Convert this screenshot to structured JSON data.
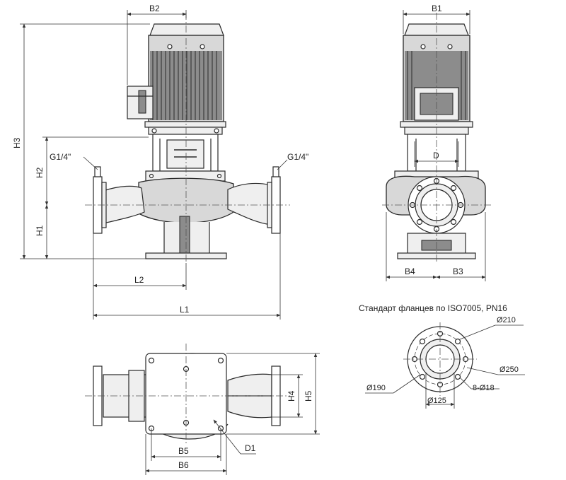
{
  "labels": {
    "b2": "B2",
    "b1": "B1",
    "h3": "H3",
    "h2": "H2",
    "h1": "H1",
    "g_left": "G1/4\"",
    "g_right": "G1/4\"",
    "d": "D",
    "l2": "L2",
    "l1": "L1",
    "b4": "B4",
    "b3": "B3",
    "h4": "H4",
    "h5": "H5",
    "b5": "B5",
    "b6": "B6",
    "d1": "D1"
  },
  "flange": {
    "title": "Стандарт фланцев по ISO7005, PN16",
    "d210": "Ø210",
    "d250": "Ø250",
    "d190": "Ø190",
    "holes": "8-Ø18",
    "d125": "Ø125"
  }
}
